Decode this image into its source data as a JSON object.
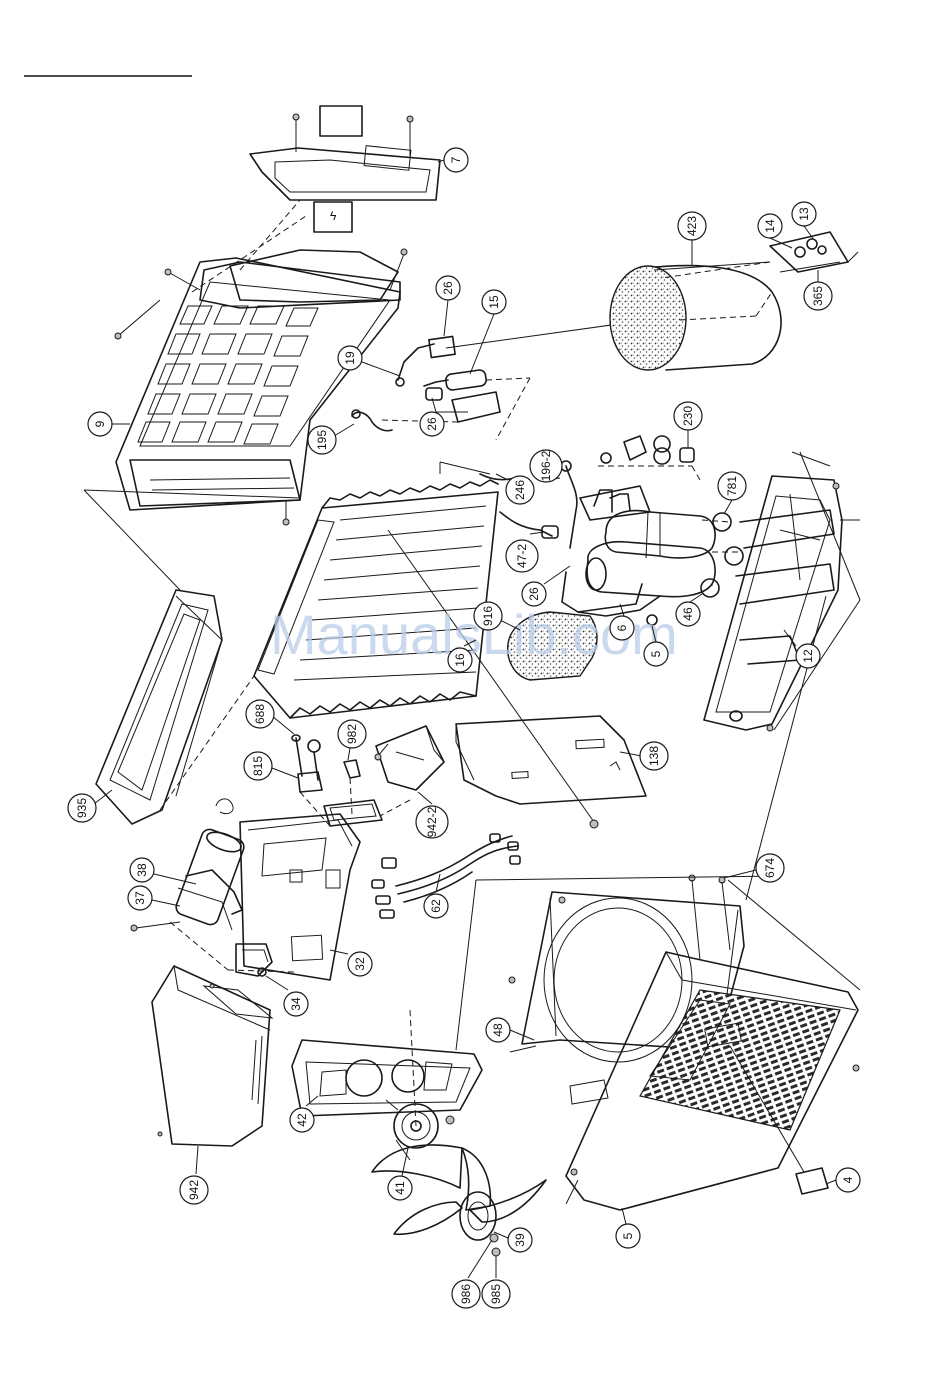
{
  "watermark": "ManualsLib.com",
  "callouts": [
    {
      "id": "7",
      "label": "7"
    },
    {
      "id": "9",
      "label": "9"
    },
    {
      "id": "26a",
      "label": "26"
    },
    {
      "id": "15",
      "label": "15"
    },
    {
      "id": "19",
      "label": "19"
    },
    {
      "id": "26b",
      "label": "26"
    },
    {
      "id": "195",
      "label": "195"
    },
    {
      "id": "423",
      "label": "423"
    },
    {
      "id": "14",
      "label": "14"
    },
    {
      "id": "13",
      "label": "13"
    },
    {
      "id": "365",
      "label": "365"
    },
    {
      "id": "230",
      "label": "230"
    },
    {
      "id": "196-2",
      "label": "196-2"
    },
    {
      "id": "246",
      "label": "246"
    },
    {
      "id": "781",
      "label": "781"
    },
    {
      "id": "47-2",
      "label": "47-2"
    },
    {
      "id": "26c",
      "label": "26"
    },
    {
      "id": "916",
      "label": "916"
    },
    {
      "id": "16",
      "label": "16"
    },
    {
      "id": "6",
      "label": "6"
    },
    {
      "id": "5x",
      "label": "5"
    },
    {
      "id": "46",
      "label": "46"
    },
    {
      "id": "12",
      "label": "12"
    },
    {
      "id": "688",
      "label": "688"
    },
    {
      "id": "982",
      "label": "982"
    },
    {
      "id": "815",
      "label": "815"
    },
    {
      "id": "942-2",
      "label": "942-2"
    },
    {
      "id": "138",
      "label": "138"
    },
    {
      "id": "935",
      "label": "935"
    },
    {
      "id": "38",
      "label": "38"
    },
    {
      "id": "37",
      "label": "37"
    },
    {
      "id": "62",
      "label": "62"
    },
    {
      "id": "674",
      "label": "674"
    },
    {
      "id": "32",
      "label": "32"
    },
    {
      "id": "34",
      "label": "34"
    },
    {
      "id": "48",
      "label": "48"
    },
    {
      "id": "42",
      "label": "42"
    },
    {
      "id": "41",
      "label": "41"
    },
    {
      "id": "942",
      "label": "942"
    },
    {
      "id": "4",
      "label": "4"
    },
    {
      "id": "5",
      "label": "5"
    },
    {
      "id": "39",
      "label": "39"
    },
    {
      "id": "986",
      "label": "986"
    },
    {
      "id": "985",
      "label": "985"
    }
  ]
}
